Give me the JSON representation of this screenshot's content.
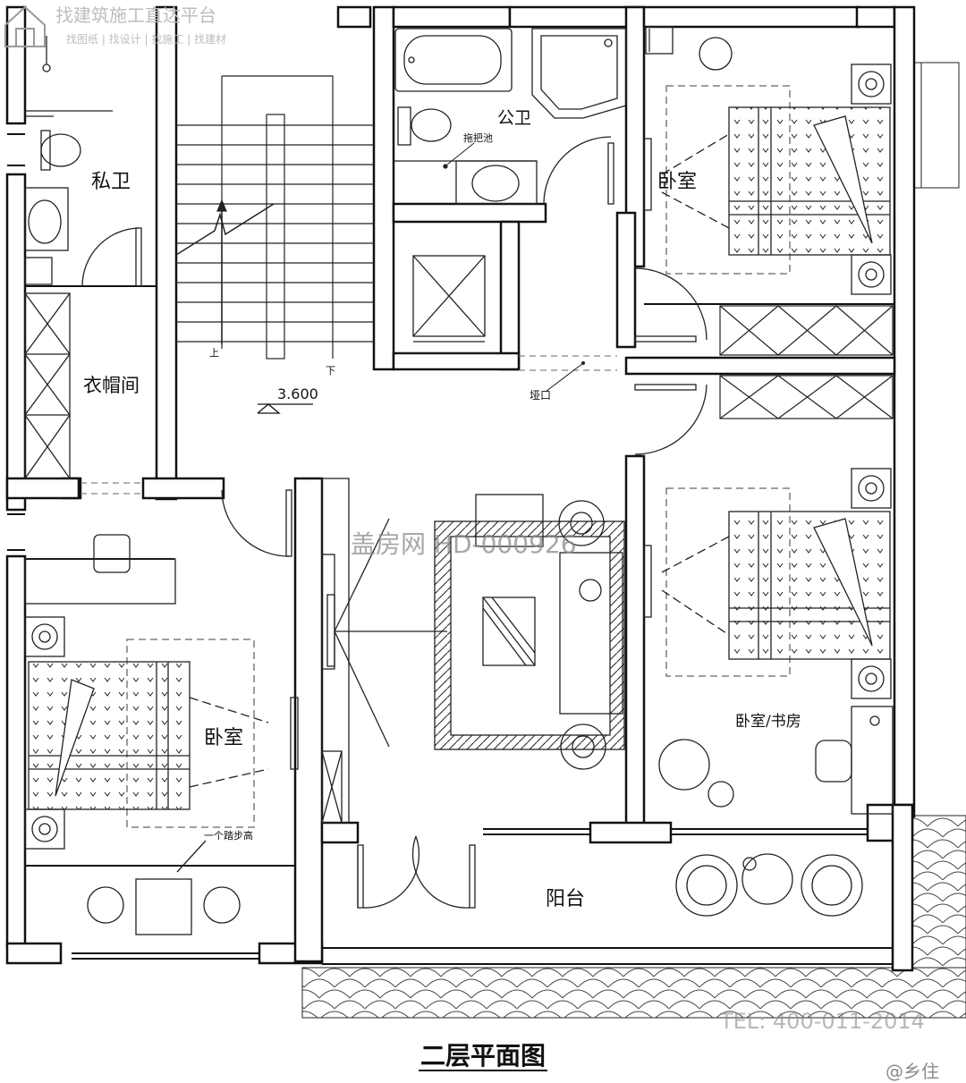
{
  "brand": {
    "name": "找建筑施工直达平台",
    "tagline": "找图纸 | 找设计 | 找施工 | 找建材"
  },
  "watermark": {
    "center": "盖房网 HD-000926",
    "tel": "TEL: 400-011-2014",
    "credit": "@乡住"
  },
  "rooms": {
    "private_bath": "私卫",
    "public_bath": "公卫",
    "mop_sink": "拖把池",
    "wardrobe": "衣帽间",
    "bedroom_ne": "卧室",
    "bedroom_w": "卧室",
    "bedroom_study": "卧室/书房",
    "balcony": "阳台"
  },
  "annotations": {
    "elevation": "3.600",
    "stair_up": "上",
    "stair_down": "下",
    "pass_opening": "垭口",
    "one_step": "一个踏步高"
  },
  "title": "二层平面图",
  "colors": {
    "line": "#111111",
    "wall": "#ffffff",
    "dash": "#666666",
    "watermark": "#8a8a8a"
  }
}
